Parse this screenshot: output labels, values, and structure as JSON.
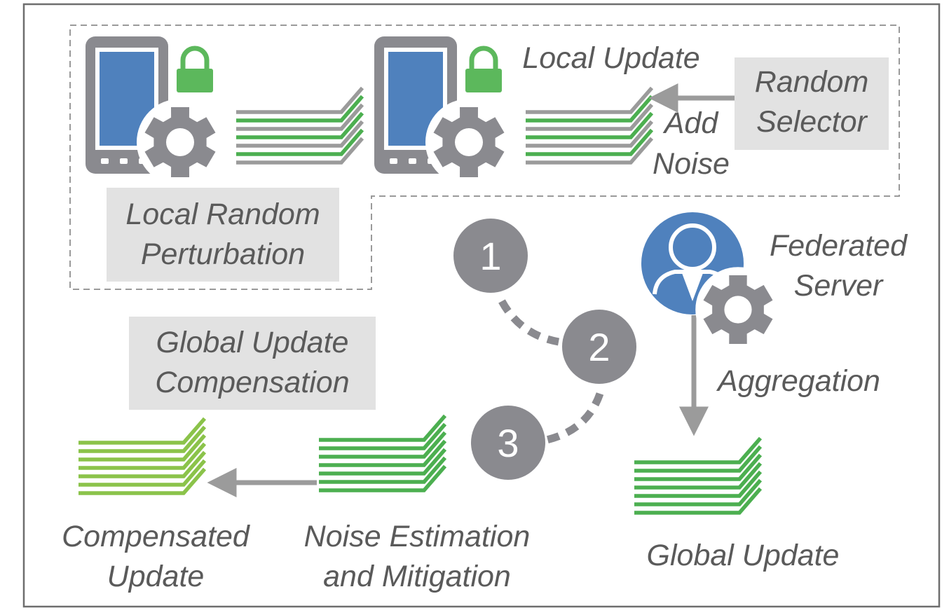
{
  "labels": {
    "local_update": "Local Update",
    "random_selector": [
      "Random",
      "Selector"
    ],
    "add_noise": [
      "Add",
      "Noise"
    ],
    "local_random_perturbation": [
      "Local Random",
      "Perturbation"
    ],
    "federated_server": [
      "Federated",
      "Server"
    ],
    "aggregation": "Aggregation",
    "global_update_compensation": [
      "Global Update",
      "Compensation"
    ],
    "compensated_update": [
      "Compensated",
      "Update"
    ],
    "noise_estimation": [
      "Noise Estimation",
      "and Mitigation"
    ],
    "global_update": "Global Update"
  },
  "steps": [
    "1",
    "2",
    "3"
  ],
  "colors": {
    "device_blue": "#4f81bd",
    "lock_green": "#5cb85c",
    "gear_gray": "#8a8a8f",
    "line_gray": "#9b9b9b",
    "line_green": "#4caf50",
    "line_light_green": "#8bc34a",
    "label_gray": "#5a5a5a",
    "box_fill": "#e2e2e2"
  },
  "icons": [
    "smartphone-icon",
    "lock-icon",
    "gear-icon",
    "user-icon"
  ]
}
